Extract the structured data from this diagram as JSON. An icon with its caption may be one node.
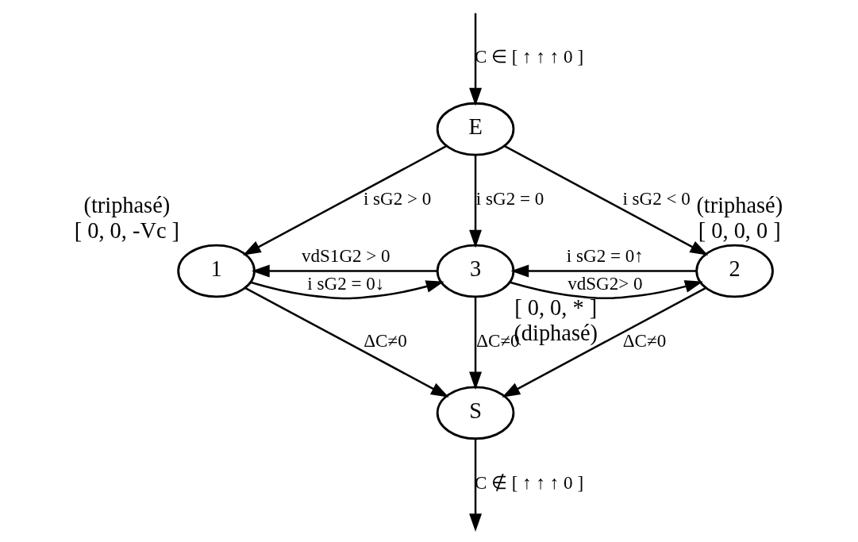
{
  "diagram": {
    "nodes": [
      {
        "text": [
          "E"
        ]
      },
      {
        "text": [
          "1"
        ],
        "beside": [
          "(triphasé)",
          "[ 0, 0, -Vc ]"
        ]
      },
      {
        "text": [
          "3"
        ],
        "beside": [
          "[ 0, 0, * ]",
          "(diphasé)"
        ]
      },
      {
        "text": [
          "2"
        ],
        "beside": [
          "(triphasé)",
          "[ 0, 0, 0 ]"
        ]
      },
      {
        "text": [
          "S"
        ]
      }
    ],
    "edges": [
      {
        "from": null,
        "to": 0,
        "arrow": "to",
        "label": "C ∈ [ ↑ ↑ ↑ 0 ]"
      },
      {
        "from": 0,
        "to": 1,
        "arrow": "to",
        "label": "i sG2 > 0"
      },
      {
        "from": 0,
        "to": 2,
        "arrow": "to",
        "label": "i sG2 = 0"
      },
      {
        "from": 0,
        "to": 3,
        "arrow": "to",
        "label": "i sG2 < 0"
      },
      {
        "from": 1,
        "to": 2,
        "arrow": "to",
        "label": "i sG2 = 0↓"
      },
      {
        "from": 2,
        "to": 1,
        "arrow": "to",
        "label": "vdS1G2 > 0"
      },
      {
        "from": 3,
        "to": 2,
        "arrow": "to",
        "label": "i sG2 = 0↑"
      },
      {
        "from": 2,
        "to": 3,
        "arrow": "to",
        "label": "vdSG2> 0"
      },
      {
        "from": 1,
        "to": 4,
        "arrow": "to",
        "label": "ΔC≠0"
      },
      {
        "from": 2,
        "to": 4,
        "arrow": "to",
        "label": "ΔC≠0"
      },
      {
        "from": 3,
        "to": 4,
        "arrow": "to",
        "label": "ΔC≠0"
      },
      {
        "from": 4,
        "to": null,
        "arrow": "to",
        "label": "C ∉ [ ↑ ↑ ↑ 0 ]"
      }
    ]
  }
}
